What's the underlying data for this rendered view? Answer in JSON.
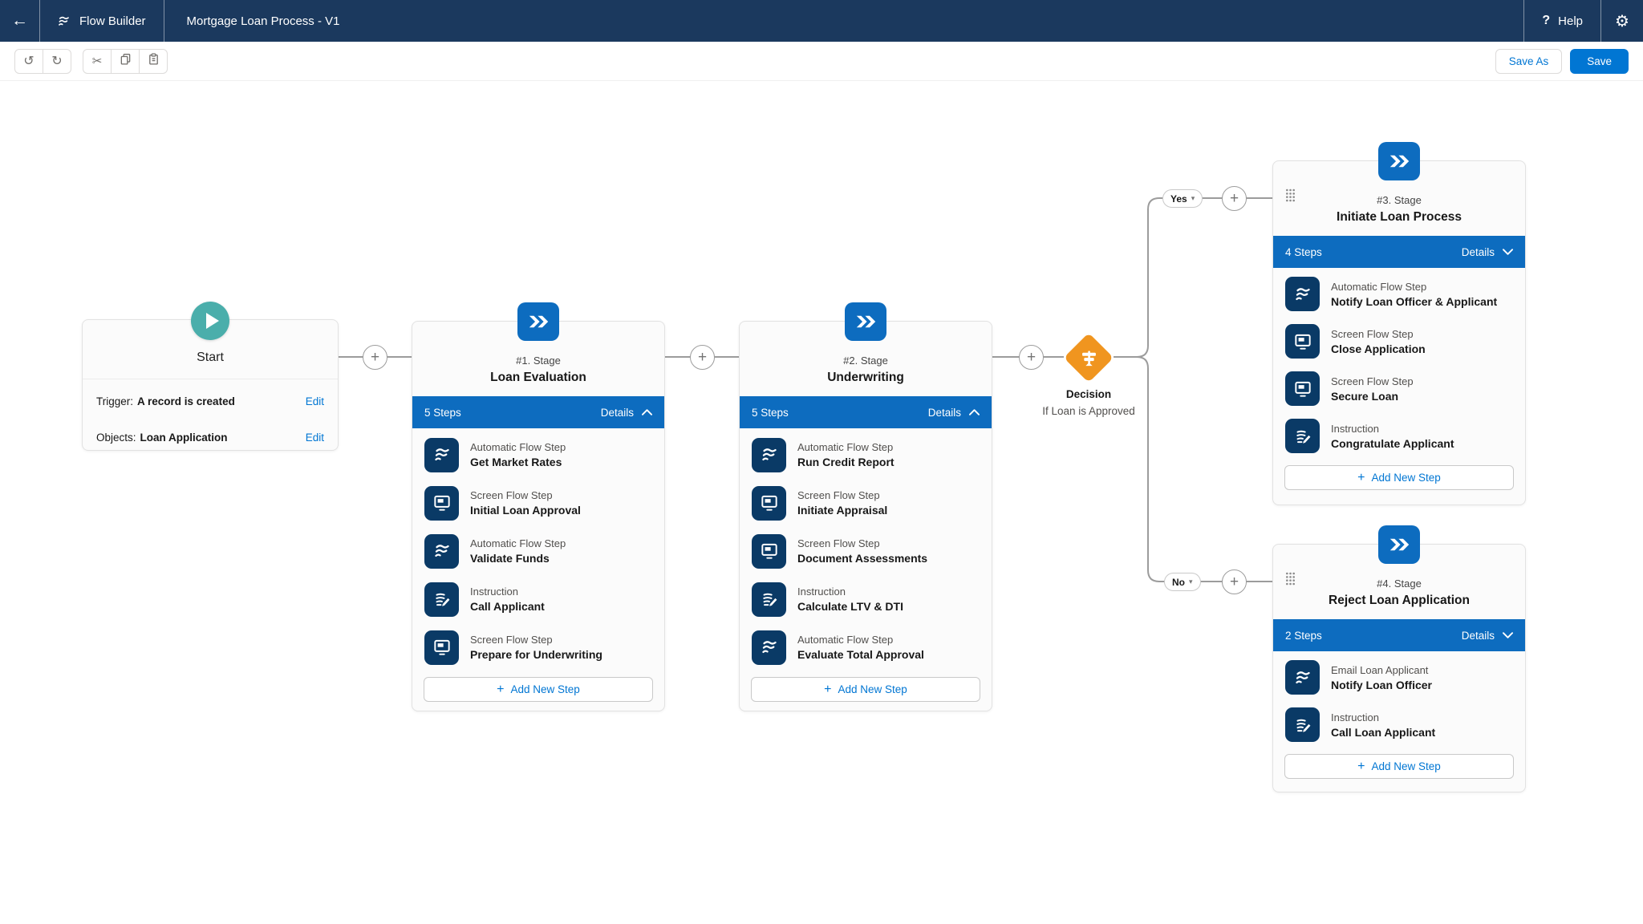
{
  "navbar": {
    "app_label": "Flow Builder",
    "title": "Mortgage Loan Process - V1",
    "help_label": "Help"
  },
  "toolbar": {
    "save_as_label": "Save As",
    "save_label": "Save"
  },
  "start": {
    "title": "Start",
    "rows": [
      {
        "label": "Trigger:",
        "value": "A record is created",
        "action": "Edit"
      },
      {
        "label": "Objects:",
        "value": "Loan Application",
        "action": "Edit"
      }
    ]
  },
  "decision": {
    "title": "Decision",
    "subtitle": "If Loan is Approved",
    "yes_label": "Yes",
    "no_label": "No"
  },
  "stages": [
    {
      "number_label": "#1. Stage",
      "name": "Loan Evaluation",
      "steps_label": "5 Steps",
      "details_label": "Details",
      "chevron": "up",
      "add_step_label": "Add New Step",
      "steps": [
        {
          "type": "Automatic Flow Step",
          "name": "Get Market Rates",
          "icon": "flow"
        },
        {
          "type": "Screen Flow Step",
          "name": "Initial Loan Approval",
          "icon": "screen"
        },
        {
          "type": "Automatic Flow Step",
          "name": "Validate Funds",
          "icon": "flow"
        },
        {
          "type": "Instruction",
          "name": "Call Applicant",
          "icon": "instruction"
        },
        {
          "type": "Screen Flow Step",
          "name": "Prepare for Underwriting",
          "icon": "screen"
        }
      ]
    },
    {
      "number_label": "#2. Stage",
      "name": "Underwriting",
      "steps_label": "5 Steps",
      "details_label": "Details",
      "chevron": "up",
      "add_step_label": "Add New Step",
      "steps": [
        {
          "type": "Automatic Flow Step",
          "name": "Run Credit Report",
          "icon": "flow"
        },
        {
          "type": "Screen Flow Step",
          "name": "Initiate Appraisal",
          "icon": "screen"
        },
        {
          "type": "Screen Flow Step",
          "name": "Document Assessments",
          "icon": "screen"
        },
        {
          "type": "Instruction",
          "name": "Calculate LTV & DTI",
          "icon": "instruction"
        },
        {
          "type": "Automatic Flow Step",
          "name": "Evaluate Total Approval",
          "icon": "flow"
        }
      ]
    },
    {
      "number_label": "#3. Stage",
      "name": "Initiate Loan Process",
      "steps_label": "4 Steps",
      "details_label": "Details",
      "chevron": "down",
      "add_step_label": "Add New Step",
      "steps": [
        {
          "type": "Automatic Flow Step",
          "name": "Notify Loan Officer & Applicant",
          "icon": "flow"
        },
        {
          "type": "Screen Flow Step",
          "name": "Close Application",
          "icon": "screen"
        },
        {
          "type": "Screen Flow Step",
          "name": "Secure Loan",
          "icon": "screen"
        },
        {
          "type": "Instruction",
          "name": "Congratulate Applicant",
          "icon": "instruction"
        }
      ]
    },
    {
      "number_label": "#4. Stage",
      "name": "Reject Loan Application",
      "steps_label": "2 Steps",
      "details_label": "Details",
      "chevron": "down",
      "add_step_label": "Add New Step",
      "steps": [
        {
          "type": "Email Loan Applicant",
          "name": "Notify Loan Officer",
          "icon": "flow"
        },
        {
          "type": "Instruction",
          "name": "Call Loan Applicant",
          "icon": "instruction"
        }
      ]
    }
  ],
  "colors": {
    "navbar_blue": "#1b395e",
    "brand_blue": "#0d6cbf",
    "icon_navy": "#0a3a66",
    "link_blue": "#0176d3",
    "decision_orange": "#f0951f",
    "start_teal": "#4aaeab",
    "connector_gray": "#9c9c9c"
  }
}
